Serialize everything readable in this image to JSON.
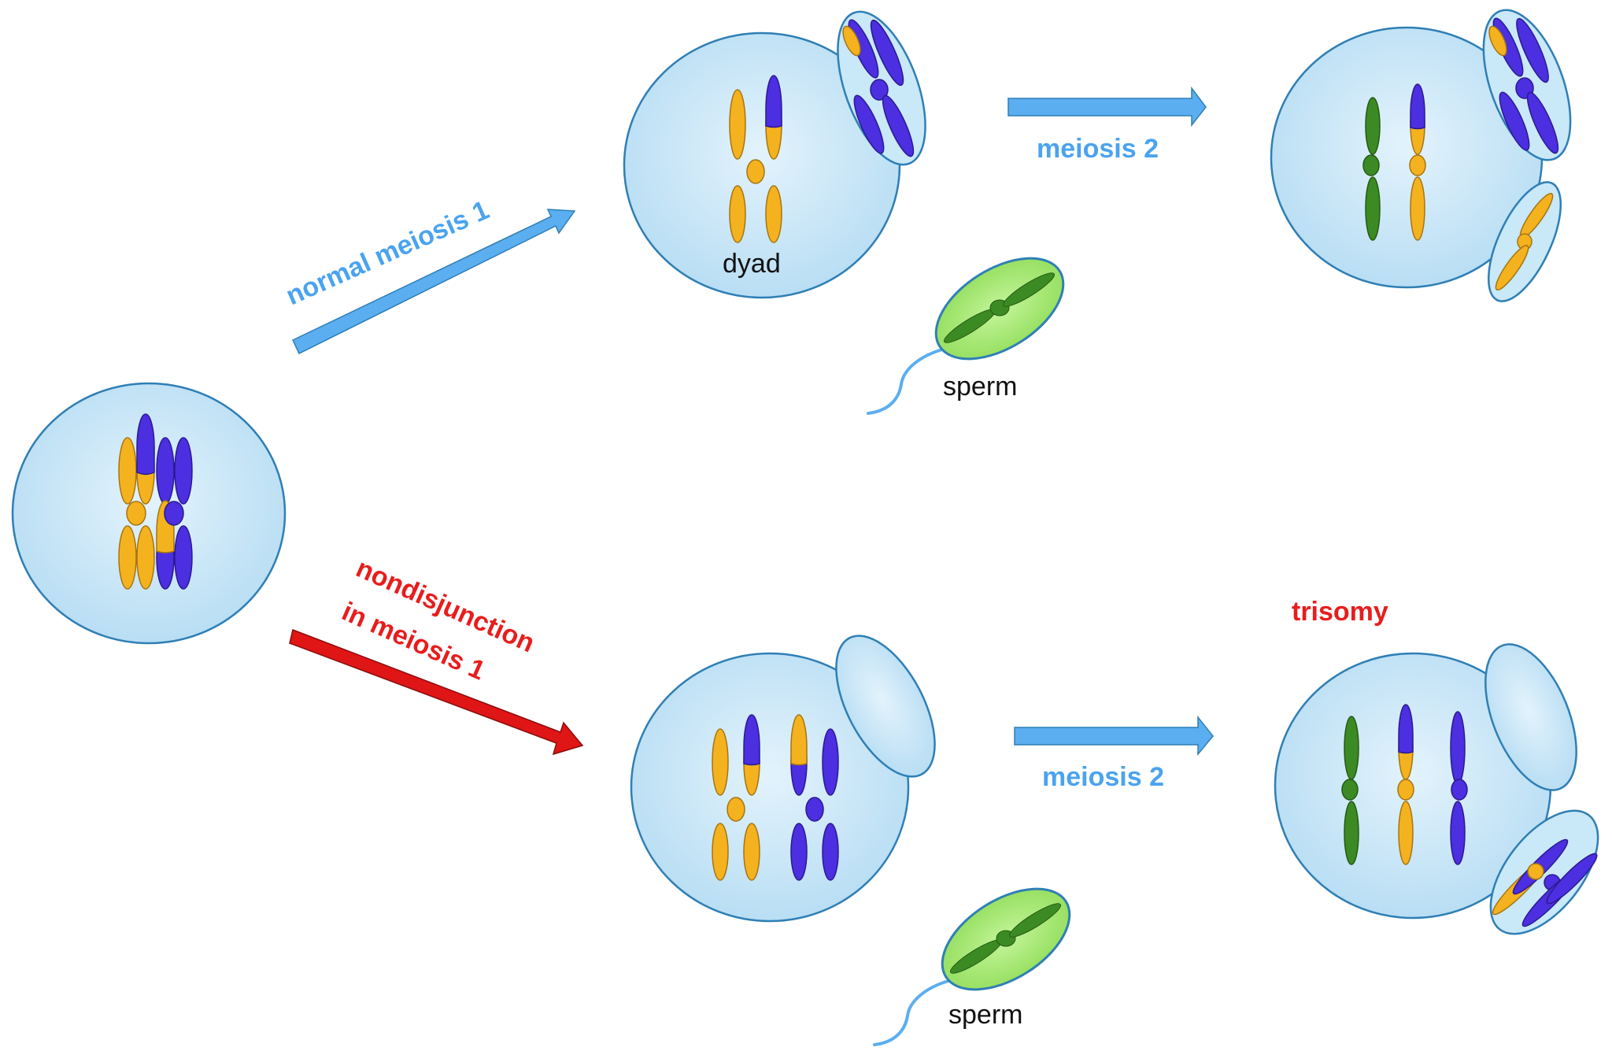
{
  "labels": {
    "normal_meiosis_1": "normal meiosis 1",
    "nondisjunction_line1": "nondisjunction",
    "nondisjunction_line2": "in meiosis 1",
    "meiosis_2_top": "meiosis 2",
    "meiosis_2_bottom": "meiosis 2",
    "dyad": "dyad",
    "sperm_top": "sperm",
    "sperm_bottom": "sperm",
    "trisomy": "trisomy"
  },
  "colors": {
    "cell_fill": "#c9e8f8",
    "cell_stroke": "#2f7fb5",
    "chromosome_maternal": "#f5b21f",
    "chromosome_paternal": "#4b2fe0",
    "chromosome_sperm": "#3c8a23",
    "sperm_head": "#9ee86a",
    "arrow_normal": "#5baef0",
    "arrow_nondisjunction": "#e01515",
    "label_blue": "#4aa3ef",
    "label_red": "#e81d1d"
  }
}
